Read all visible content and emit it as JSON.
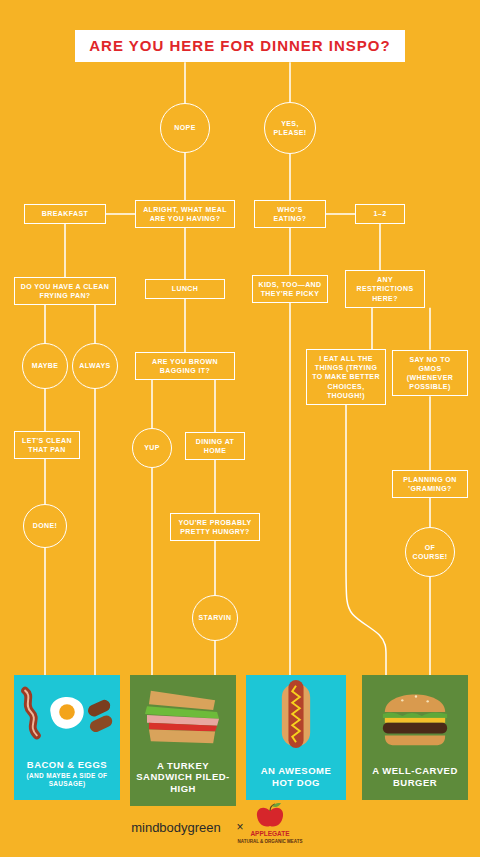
{
  "diagram": {
    "nodes": [
      {
        "text": [
          "ARE YOU HERE FOR DINNER INSPO?"
        ]
      },
      {
        "text": [
          "NOPE"
        ]
      },
      {
        "text": [
          "YES, PLEASE!"
        ]
      },
      {
        "text": [
          "BREAKFAST"
        ]
      },
      {
        "text": [
          "ALRIGHT, WHAT MEAL ARE YOU HAVING?"
        ]
      },
      {
        "text": [
          "WHO'S EATING?"
        ]
      },
      {
        "text": [
          "1–2"
        ]
      },
      {
        "text": [
          "DO YOU HAVE A CLEAN FRYING PAN?"
        ]
      },
      {
        "text": [
          "LUNCH"
        ]
      },
      {
        "text": [
          "KIDS, TOO—AND THEY'RE PICKY"
        ]
      },
      {
        "text": [
          "ANY RESTRICTIONS HERE?"
        ]
      },
      {
        "text": [
          "MAYBE"
        ]
      },
      {
        "text": [
          "ALWAYS"
        ]
      },
      {
        "text": [
          "ARE YOU BROWN BAGGING IT?"
        ]
      },
      {
        "text": [
          "I EAT ALL THE THINGS (TRYING TO MAKE BETTER CHOICES, THOUGH!)"
        ]
      },
      {
        "text": [
          "SAY NO TO GMOS (WHENEVER POSSIBLE)"
        ]
      },
      {
        "text": [
          "LET'S CLEAN THAT PAN"
        ]
      },
      {
        "text": [
          "YUP"
        ]
      },
      {
        "text": [
          "DINING AT HOME"
        ]
      },
      {
        "text": [
          "PLANNING ON 'GRAMING?"
        ]
      },
      {
        "text": [
          "DONE!"
        ]
      },
      {
        "text": [
          "YOU'RE PROBABLY PRETTY HUNGRY?"
        ]
      },
      {
        "text": [
          "OF COURSE!"
        ]
      },
      {
        "text": [
          "STARVIN"
        ]
      },
      {
        "text": [
          "BACON & EGGS",
          "(AND MAYBE A SIDE OF SAUSAGE)"
        ]
      },
      {
        "text": [
          "A TURKEY SANDWICH PILED-HIGH"
        ]
      },
      {
        "text": [
          "AN AWESOME HOT DOG"
        ]
      },
      {
        "text": [
          "A WELL-CARVED BURGER"
        ]
      }
    ],
    "edges": [
      {
        "from": 0,
        "to": 1,
        "arrow": "none"
      },
      {
        "from": 0,
        "to": 2,
        "arrow": "none"
      },
      {
        "from": 1,
        "to": 4,
        "arrow": "none"
      },
      {
        "from": 2,
        "to": 5,
        "arrow": "none"
      },
      {
        "from": 4,
        "to": 3,
        "arrow": "none"
      },
      {
        "from": 4,
        "to": 8,
        "arrow": "none"
      },
      {
        "from": 5,
        "to": 6,
        "arrow": "none"
      },
      {
        "from": 5,
        "to": 9,
        "arrow": "none"
      },
      {
        "from": 6,
        "to": 10,
        "arrow": "none"
      },
      {
        "from": 3,
        "to": 7,
        "arrow": "none"
      },
      {
        "from": 8,
        "to": 13,
        "arrow": "none"
      },
      {
        "from": 10,
        "to": 14,
        "arrow": "none"
      },
      {
        "from": 10,
        "to": 15,
        "arrow": "none"
      },
      {
        "from": 7,
        "to": 11,
        "arrow": "none"
      },
      {
        "from": 7,
        "to": 12,
        "arrow": "none"
      },
      {
        "from": 13,
        "to": 17,
        "arrow": "none"
      },
      {
        "from": 13,
        "to": 18,
        "arrow": "none"
      },
      {
        "from": 11,
        "to": 16,
        "arrow": "none"
      },
      {
        "from": 15,
        "to": 19,
        "arrow": "none"
      },
      {
        "from": 16,
        "to": 20,
        "arrow": "none"
      },
      {
        "from": 18,
        "to": 21,
        "arrow": "none"
      },
      {
        "from": 19,
        "to": 22,
        "arrow": "none"
      },
      {
        "from": 20,
        "to": 24,
        "arrow": "none"
      },
      {
        "from": 12,
        "to": 24,
        "arrow": "none"
      },
      {
        "from": 17,
        "to": 25,
        "arrow": "none"
      },
      {
        "from": 21,
        "to": 23,
        "arrow": "none"
      },
      {
        "from": 23,
        "to": 25,
        "arrow": "none"
      },
      {
        "from": 9,
        "to": 26,
        "arrow": "none"
      },
      {
        "from": 14,
        "to": 27,
        "arrow": "none"
      },
      {
        "from": 22,
        "to": 27,
        "arrow": "none"
      }
    ],
    "labels": [
      "mindbodygreen",
      "×",
      "APPLEGATE",
      "NATURAL & ORGANIC MEATS"
    ]
  }
}
